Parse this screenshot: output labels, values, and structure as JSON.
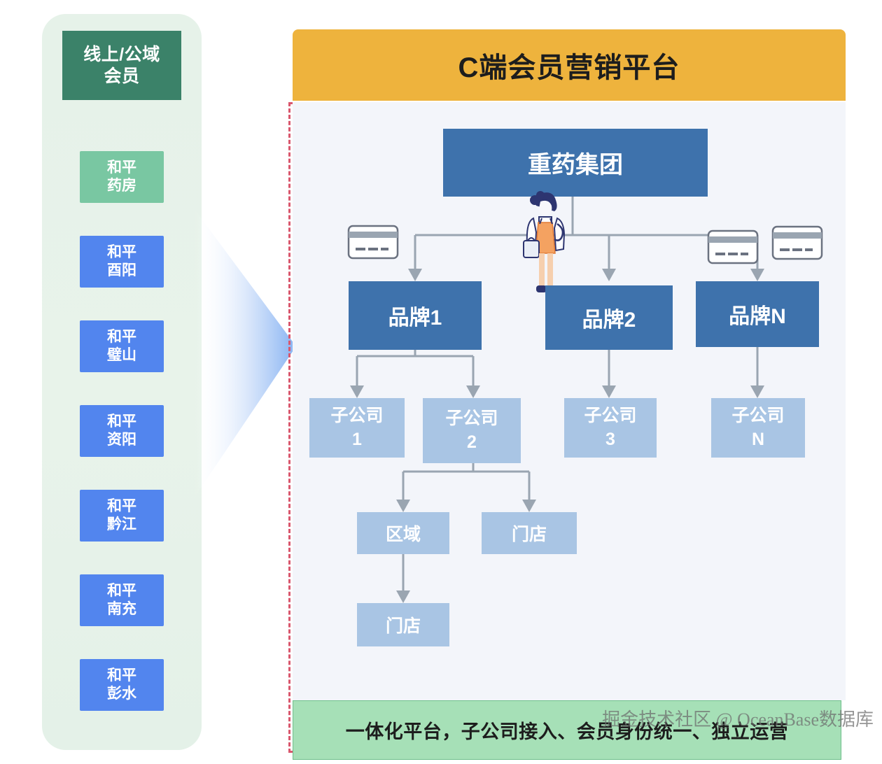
{
  "sidebar": {
    "header": [
      "线上/公域",
      "会员"
    ],
    "items": [
      {
        "name": "和平药房",
        "lines": [
          "和平",
          "药房"
        ],
        "color": "#79c7a2",
        "style": "green"
      },
      {
        "name": "和平酉阳",
        "lines": [
          "和平",
          "酉阳"
        ],
        "color": "#5285ee",
        "style": "blue"
      },
      {
        "name": "和平璧山",
        "lines": [
          "和平",
          "璧山"
        ],
        "color": "#5285ee",
        "style": "blue"
      },
      {
        "name": "和平资阳",
        "lines": [
          "和平",
          "资阳"
        ],
        "color": "#5285ee",
        "style": "blue"
      },
      {
        "name": "和平黔江",
        "lines": [
          "和平",
          "黔江"
        ],
        "color": "#5285ee",
        "style": "blue"
      },
      {
        "name": "和平南充",
        "lines": [
          "和平",
          "南充"
        ],
        "color": "#5285ee",
        "style": "blue"
      },
      {
        "name": "和平彭水",
        "lines": [
          "和平",
          "彭水"
        ],
        "color": "#5285ee",
        "style": "blue"
      }
    ]
  },
  "panel": {
    "title": "C端会员营销平台",
    "footer_note": "一体化平台，子公司接入、会员身份统一、独立运营",
    "watermark": "掘金技术社区 @ OceanBase数据库",
    "title_bg": "#eeb33d",
    "canvas_bg": "#f3f5fa",
    "dashed_border": "#d9576d",
    "footer_bg": "#a6e0b7"
  },
  "org_chart": {
    "type": "diagram",
    "root": {
      "label": "重药集团",
      "level": 0,
      "color": "#3e72ac"
    },
    "brands": [
      {
        "label": "品牌1",
        "level": 1,
        "color": "#3e72ac"
      },
      {
        "label": "品牌2",
        "level": 1,
        "color": "#3e72ac"
      },
      {
        "label": "品牌N",
        "level": 1,
        "color": "#3e72ac"
      }
    ],
    "subsidiaries": [
      {
        "line1": "子公司",
        "line2": "1",
        "level": 2,
        "color": "#a9c5e4",
        "parent": "品牌1"
      },
      {
        "line1": "子公司",
        "line2": "2",
        "level": 2,
        "color": "#a9c5e4",
        "parent": "品牌1"
      },
      {
        "line1": "子公司",
        "line2": "3",
        "level": 2,
        "color": "#a9c5e4",
        "parent": "品牌2"
      },
      {
        "line1": "子公司",
        "line2": "N",
        "level": 2,
        "color": "#a9c5e4",
        "parent": "品牌N"
      }
    ],
    "leaves": [
      {
        "label": "区域",
        "level": 3,
        "color": "#a9c5e4",
        "parent": "子公司2"
      },
      {
        "label": "门店",
        "level": 3,
        "color": "#a9c5e4",
        "parent": "子公司2"
      },
      {
        "label": "门店",
        "level": 4,
        "color": "#a9c5e4",
        "parent": "区域"
      }
    ],
    "icons": {
      "card": "membership-card-icon",
      "person": "pharmacist-illustration",
      "funnel": "funnel-arrow"
    }
  }
}
